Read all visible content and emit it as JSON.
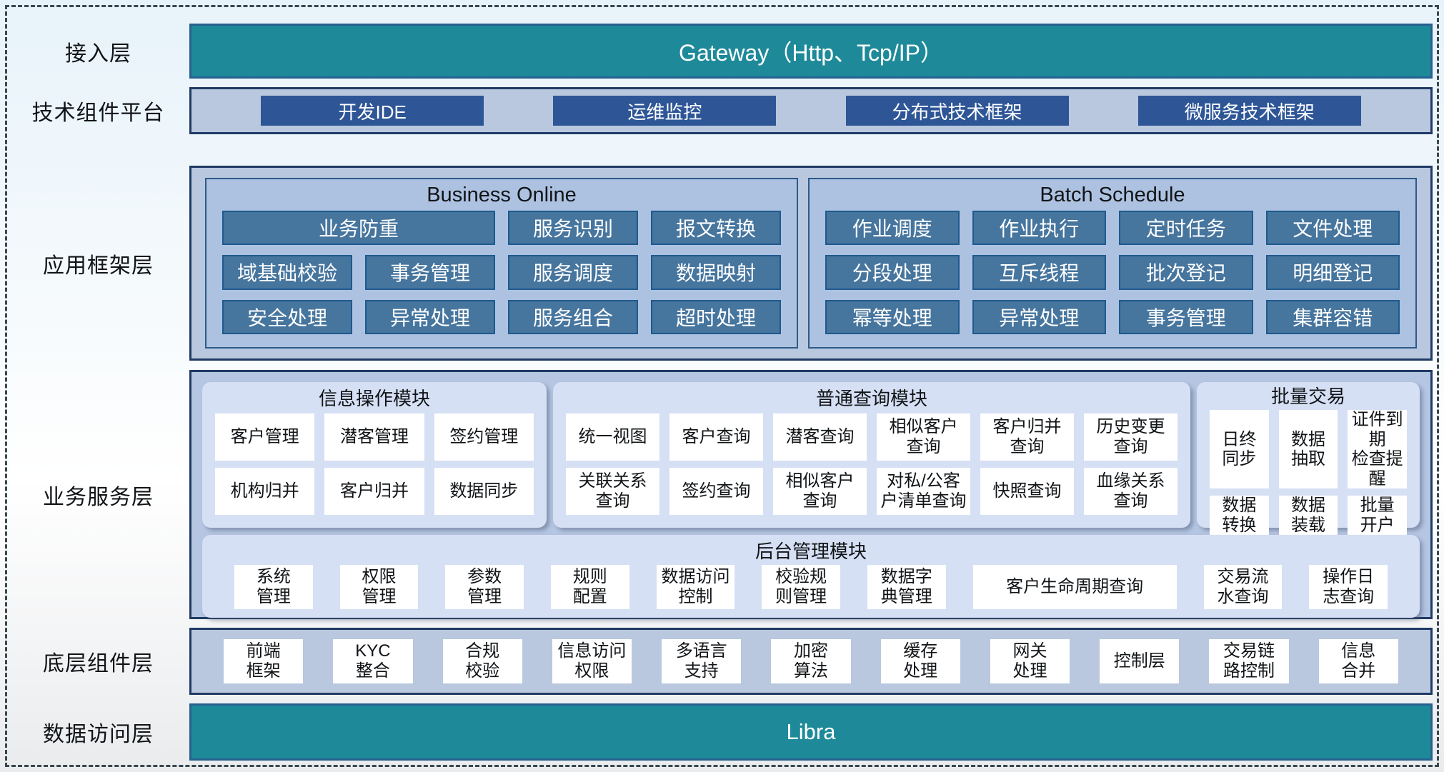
{
  "colors": {
    "teal": "#1e8a99",
    "teal_border": "#28608f",
    "frame_border": "#37474f",
    "container_bg": "#b9c8de",
    "container_border": "#1f3a64",
    "dark_btn": "#2e5697",
    "panel_bg": "#adc2e0",
    "panel_border": "#2d5a8a",
    "fw_btn_bg": "#46759e",
    "fw_btn_border": "#1e5a8e",
    "svc_container_bg": "#b5c6e2",
    "module_bg": "#d6e0f4",
    "cell_bg": "#ffffff",
    "text_dark": "#111417",
    "text_light": "#ffffff"
  },
  "layers": {
    "access": {
      "label": "接入层",
      "bar": "Gateway（Http、Tcp/IP）"
    },
    "tech": {
      "label": "技术组件平台",
      "buttons": [
        "开发IDE",
        "运维监控",
        "分布式技术框架",
        "微服务技术框架"
      ]
    },
    "app_framework": {
      "label": "应用框架层",
      "panels": [
        {
          "title": "Business Online",
          "cells": [
            {
              "t": "业务防重",
              "s": 2
            },
            {
              "t": "服务识别"
            },
            {
              "t": "报文转换"
            },
            {
              "t": "域基础校验"
            },
            {
              "t": "事务管理"
            },
            {
              "t": "服务调度"
            },
            {
              "t": "数据映射"
            },
            {
              "t": "安全处理"
            },
            {
              "t": "异常处理"
            },
            {
              "t": "服务组合"
            },
            {
              "t": "超时处理"
            }
          ]
        },
        {
          "title": "Batch Schedule",
          "cells": [
            {
              "t": "作业调度"
            },
            {
              "t": "作业执行"
            },
            {
              "t": "定时任务"
            },
            {
              "t": "文件处理"
            },
            {
              "t": "分段处理"
            },
            {
              "t": "互斥线程"
            },
            {
              "t": "批次登记"
            },
            {
              "t": "明细登记"
            },
            {
              "t": "幂等处理"
            },
            {
              "t": "异常处理"
            },
            {
              "t": "事务管理"
            },
            {
              "t": "集群容错"
            }
          ]
        }
      ]
    },
    "business_service": {
      "label": "业务服务层",
      "modules": [
        {
          "title": "信息操作模块",
          "cols": 3,
          "cells": [
            "客户管理",
            "潜客管理",
            "签约管理",
            "机构归并",
            "客户归并",
            "数据同步"
          ]
        },
        {
          "title": "普通查询模块",
          "cols": 6,
          "cells": [
            "统一视图",
            "客户查询",
            "潜客查询",
            "相似客户\n查询",
            "客户归并\n查询",
            "历史变更\n查询",
            "关联关系\n查询",
            "签约查询",
            "相似客户\n查询",
            "对私/公客\n户清单查询",
            "快照查询",
            "血缘关系\n查询"
          ]
        },
        {
          "title": "批量交易",
          "cols": 3,
          "cells": [
            "日终\n同步",
            "数据\n抽取",
            "证件到期\n检查提醒",
            "数据\n转换",
            "数据\n装载",
            "批量\n开户"
          ]
        }
      ],
      "admin_module": {
        "title": "后台管理模块",
        "cells": [
          {
            "t": "系统\n管理"
          },
          {
            "t": "权限\n管理"
          },
          {
            "t": "参数\n管理"
          },
          {
            "t": "规则\n配置"
          },
          {
            "t": "数据访问\n控制"
          },
          {
            "t": "校验规\n则管理"
          },
          {
            "t": "数据字\n典管理"
          },
          {
            "t": "客户生命周期查询",
            "wide": true
          },
          {
            "t": "交易流\n水查询"
          },
          {
            "t": "操作日\n志查询"
          }
        ]
      }
    },
    "base_components": {
      "label": "底层组件层",
      "cells": [
        "前端\n框架",
        "KYC\n整合",
        "合规\n校验",
        "信息访问\n权限",
        "多语言\n支持",
        "加密\n算法",
        "缓存\n处理",
        "网关\n处理",
        "控制层",
        "交易链\n路控制",
        "信息\n合并"
      ]
    },
    "data_access": {
      "label": "数据访问层",
      "bar": "Libra"
    }
  }
}
